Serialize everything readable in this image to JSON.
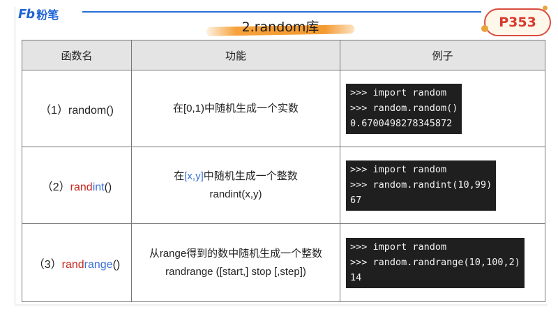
{
  "header": {
    "logo_mark": "Fb",
    "logo_text": "粉笔",
    "page_badge": "P353",
    "title": "2.random库"
  },
  "table": {
    "headers": [
      "函数名",
      "功能",
      "例子"
    ],
    "rows": [
      {
        "index": "（1）",
        "func_red": "",
        "func_blue": "",
        "func_plain": "random()",
        "desc_pre": "在[0,1)中随机生成一个实数",
        "desc_blue": "",
        "desc_post": "",
        "desc_line2": "",
        "code": [
          ">>> import random",
          ">>> random.random()",
          "0.6700498278345872"
        ]
      },
      {
        "index": "（2）",
        "func_red": "rand",
        "func_blue": "int",
        "func_plain": "()",
        "desc_pre": "在",
        "desc_blue": "[x,y]",
        "desc_post": "中随机生成一个整数",
        "desc_line2": "randint(x,y)",
        "code": [
          ">>> import random",
          ">>> random.randint(10,99)",
          "67"
        ]
      },
      {
        "index": "（3）",
        "func_red": "rand",
        "func_blue": "range",
        "func_plain": "()",
        "desc_pre": "从range得到的数中随机生成一个整数",
        "desc_blue": "",
        "desc_post": "",
        "desc_line2": "randrange ([start,] stop [,step])",
        "code": [
          ">>> import random",
          ">>> random.randrange(10,100,2)",
          "14"
        ]
      }
    ]
  }
}
